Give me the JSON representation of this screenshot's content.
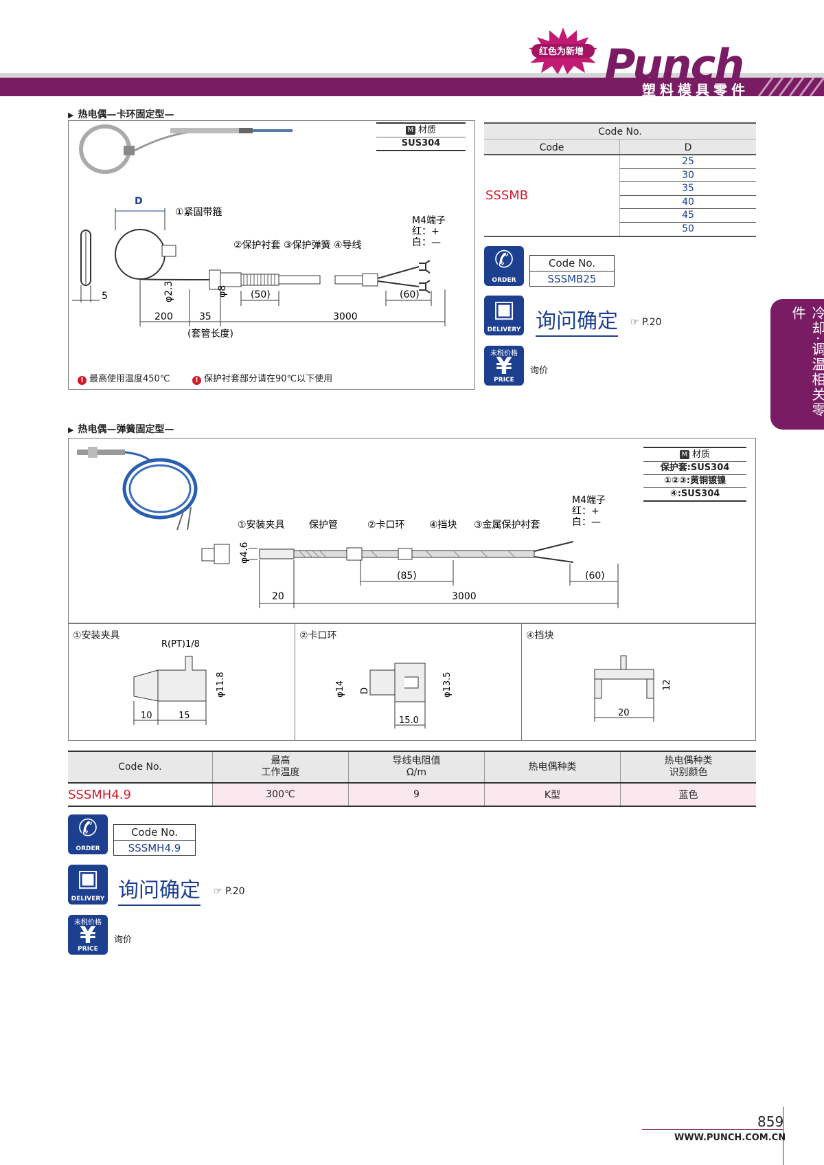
{
  "header": {
    "badge": "红色为新增",
    "brand": "Punch",
    "subtitle": "塑料模具零件"
  },
  "side_tab": "冷却·调温相关零件",
  "section1": {
    "title": "热电偶—卡环固定型—",
    "material": {
      "head": "材质",
      "mark": "M",
      "value": "SUS304"
    },
    "labels": {
      "d": "D",
      "band": "①紧固带箍",
      "parts": "②保护衬套 ③保护弹簧 ④导线",
      "m4": "M4端子",
      "red": "红：+",
      "white": "白：—",
      "d23": "φ2.3",
      "d8": "φ8",
      "dim50": "(50)",
      "dim60": "(60)",
      "dim200": "200",
      "dim35": "35",
      "dim3000": "3000",
      "dim5": "5",
      "sleeve_len": "(套管长度)"
    },
    "warnings": [
      "最高使用温度450℃",
      "保护衬套部分请在90℃以下使用"
    ],
    "code_table": {
      "title": "Code No.",
      "col_code": "Code",
      "col_d": "D",
      "code": "SSSMB",
      "d_values": [
        "25",
        "30",
        "35",
        "40",
        "45",
        "50"
      ]
    },
    "order": {
      "label": "Code No.",
      "value": "SSSMB25",
      "icon_label": "ORDER"
    },
    "delivery": {
      "text": "询问确定",
      "icon_label": "DELIVERY",
      "ref": "☞ P.20"
    },
    "price": {
      "top": "未税价格",
      "icon_label": "PRICE",
      "text": "询价"
    }
  },
  "section2": {
    "title": "热电偶—弹簧固定型—",
    "material": {
      "head": "材质",
      "mark": "M",
      "rows": [
        "保护套:SUS304",
        "①②③:黄铜镀镍",
        "④:SUS304"
      ]
    },
    "labels": {
      "p1": "①安装夹具",
      "pipe": "保护管",
      "p2": "②卡口环",
      "p4": "④挡块",
      "p3": "③金属保护衬套",
      "m4": "M4端子",
      "red": "红：+",
      "white": "白：—",
      "d46": "φ4.6",
      "dim85": "(85)",
      "dim60": "(60)",
      "dim20": "20",
      "dim3000": "3000"
    },
    "details": [
      {
        "title": "①安装夹具",
        "thread": "R(PT)1/8",
        "dia": "φ11.8",
        "l1": "10",
        "l2": "15"
      },
      {
        "title": "②卡口环",
        "d14": "φ14",
        "d": "D",
        "d135": "φ13.5",
        "l": "15.0"
      },
      {
        "title": "④挡块",
        "h": "12",
        "w": "20"
      }
    ],
    "spec_table": {
      "headers": [
        "Code No.",
        "最高\n工作温度",
        "导线电阻值\nΩ/m",
        "热电偶种类",
        "热电偶种类\n识别颜色"
      ],
      "row": [
        "SSSMH4.9",
        "300℃",
        "9",
        "K型",
        "蓝色"
      ]
    },
    "order": {
      "label": "Code No.",
      "value": "SSSMH4.9",
      "icon_label": "ORDER"
    },
    "delivery": {
      "text": "询问确定",
      "icon_label": "DELIVERY",
      "ref": "☞ P.20"
    },
    "price": {
      "top": "未税价格",
      "icon_label": "PRICE",
      "text": "询价"
    }
  },
  "footer": {
    "page": "859",
    "url": "WWW.PUNCH.COM.CN"
  }
}
